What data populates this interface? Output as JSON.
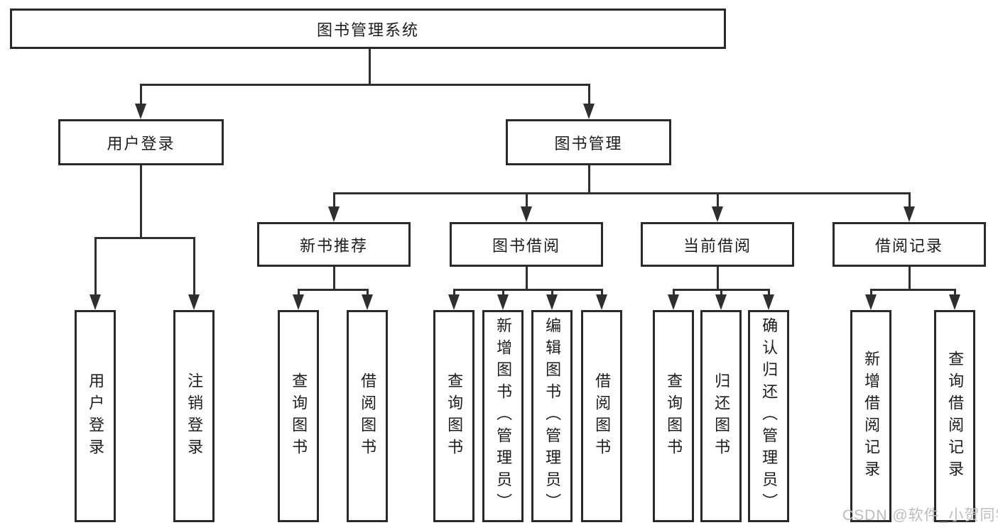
{
  "tree": {
    "label": "图书管理系统",
    "children": [
      {
        "label": "用户登录",
        "children": [
          {
            "label": "用户登录"
          },
          {
            "label": "注销登录"
          }
        ]
      },
      {
        "label": "图书管理",
        "children": [
          {
            "label": "新书推荐",
            "children": [
              {
                "label": "查询图书"
              },
              {
                "label": "借阅图书"
              }
            ]
          },
          {
            "label": "图书借阅",
            "children": [
              {
                "label": "查询图书"
              },
              {
                "label": "新增图书（管理员）"
              },
              {
                "label": "编辑图书（管理员）"
              },
              {
                "label": "借阅图书"
              }
            ]
          },
          {
            "label": "当前借阅",
            "children": [
              {
                "label": "查询图书"
              },
              {
                "label": "归还图书"
              },
              {
                "label": "确认归还（管理员）"
              }
            ]
          },
          {
            "label": "借阅记录",
            "children": [
              {
                "label": "新增借阅记录"
              },
              {
                "label": "查询借阅记录"
              }
            ]
          }
        ]
      }
    ]
  },
  "watermark": "CSDN @软件_小贺同学",
  "colors": {
    "line": "#2f2f2f",
    "border": "#2a2a2a",
    "text": "#1d1d1d",
    "background": "#ffffff",
    "watermark": "#bdbdbd"
  }
}
